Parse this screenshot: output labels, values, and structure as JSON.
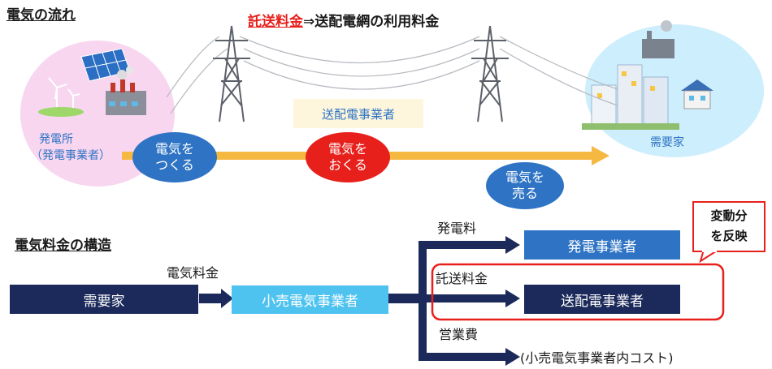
{
  "top": {
    "section_title": "電気の流れ",
    "header_red": "託送料金",
    "header_rest": "⇒送配電網の利用料金",
    "plant_label_1": "発電所",
    "plant_label_2": "（発電事業者）",
    "consumer_label": "需要家",
    "tsd_label": "送配電事業者",
    "oval_make": [
      "電気を",
      "つくる"
    ],
    "oval_send": [
      "電気を",
      "おくる"
    ],
    "oval_sell": [
      "電気を",
      "売る"
    ]
  },
  "bottom": {
    "section_title": "電気料金の構造",
    "fee_label": "電気料金",
    "consumer_box": "需要家",
    "retail_box": "小売電気事業者",
    "gen_fee": "発電料",
    "gen_box": "発電事業者",
    "trans_fee": "託送料金",
    "trans_box": "送配電事業者",
    "sales_fee": "営業費",
    "internal_cost": "(小売電気事業者内コスト)",
    "callout": [
      "変動分",
      "を反映"
    ]
  },
  "colors": {
    "navy": "#1b2a5a",
    "sky": "#4fc3f0",
    "blue": "#2f74c4",
    "red": "#e8201c",
    "orange": "#f5b942",
    "pink": "#f8d6f0",
    "cyan": "#cdeefc"
  }
}
